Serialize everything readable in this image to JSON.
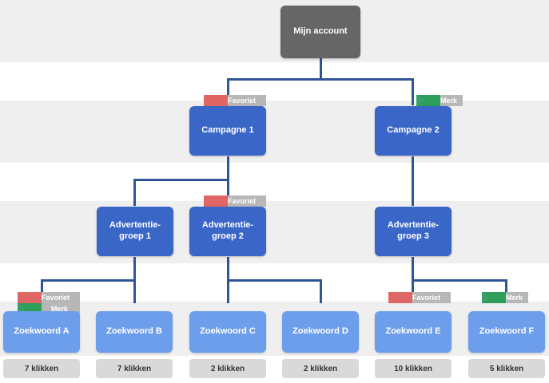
{
  "diagram": {
    "title": "Mijn account",
    "account": {
      "label": "Mijn account"
    },
    "campaigns": [
      {
        "label": "Campagne 1",
        "flags": [
          {
            "type": "favoriet",
            "label": "Favoriet",
            "color": "#e06666"
          }
        ]
      },
      {
        "label": "Campagne 2",
        "flags": [
          {
            "type": "merk",
            "label": "Merk",
            "color": "#2e9e5b"
          }
        ]
      }
    ],
    "adgroups": [
      {
        "label": "Advertentie-\ngroep 1",
        "line1": "Advertentie-",
        "line2": "groep 1",
        "flags": []
      },
      {
        "label": "Advertentie-\ngroep 2",
        "line1": "Advertentie-",
        "line2": "groep 2",
        "flags": [
          {
            "type": "favoriet",
            "label": "Favoriet",
            "color": "#e06666"
          }
        ]
      },
      {
        "label": "Advertentie-\ngroep 3",
        "line1": "Advertentie-",
        "line2": "groep 3",
        "flags": []
      }
    ],
    "keywords": [
      {
        "label": "Zoekwoord A",
        "clicks": "7 klikken",
        "flags": [
          {
            "type": "favoriet",
            "label": "Favoriet",
            "color": "#e06666"
          },
          {
            "type": "merk",
            "label": "Merk",
            "color": "#2e9e5b"
          }
        ]
      },
      {
        "label": "Zoekwoord B",
        "clicks": "7 klikken",
        "flags": []
      },
      {
        "label": "Zoekwoord C",
        "clicks": "2 klikken",
        "flags": []
      },
      {
        "label": "Zoekwoord D",
        "clicks": "2 klikken",
        "flags": []
      },
      {
        "label": "Zoekwoord E",
        "clicks": "10 klikken",
        "flags": [
          {
            "type": "favoriet",
            "label": "Favoriet",
            "color": "#e06666"
          }
        ]
      },
      {
        "label": "Zoekwoord F",
        "clicks": "5 klikken",
        "flags": [
          {
            "type": "merk",
            "label": "Merk",
            "color": "#2e9e5b"
          }
        ]
      }
    ],
    "colors": {
      "account_node": "#666666",
      "campaign_node": "#3a66c8",
      "adgroup_node": "#3a66c8",
      "keyword_node": "#6d9eeb",
      "connector": "#2f5597",
      "band": "#efefef",
      "clicks_cell": "#d9d9d9"
    }
  }
}
